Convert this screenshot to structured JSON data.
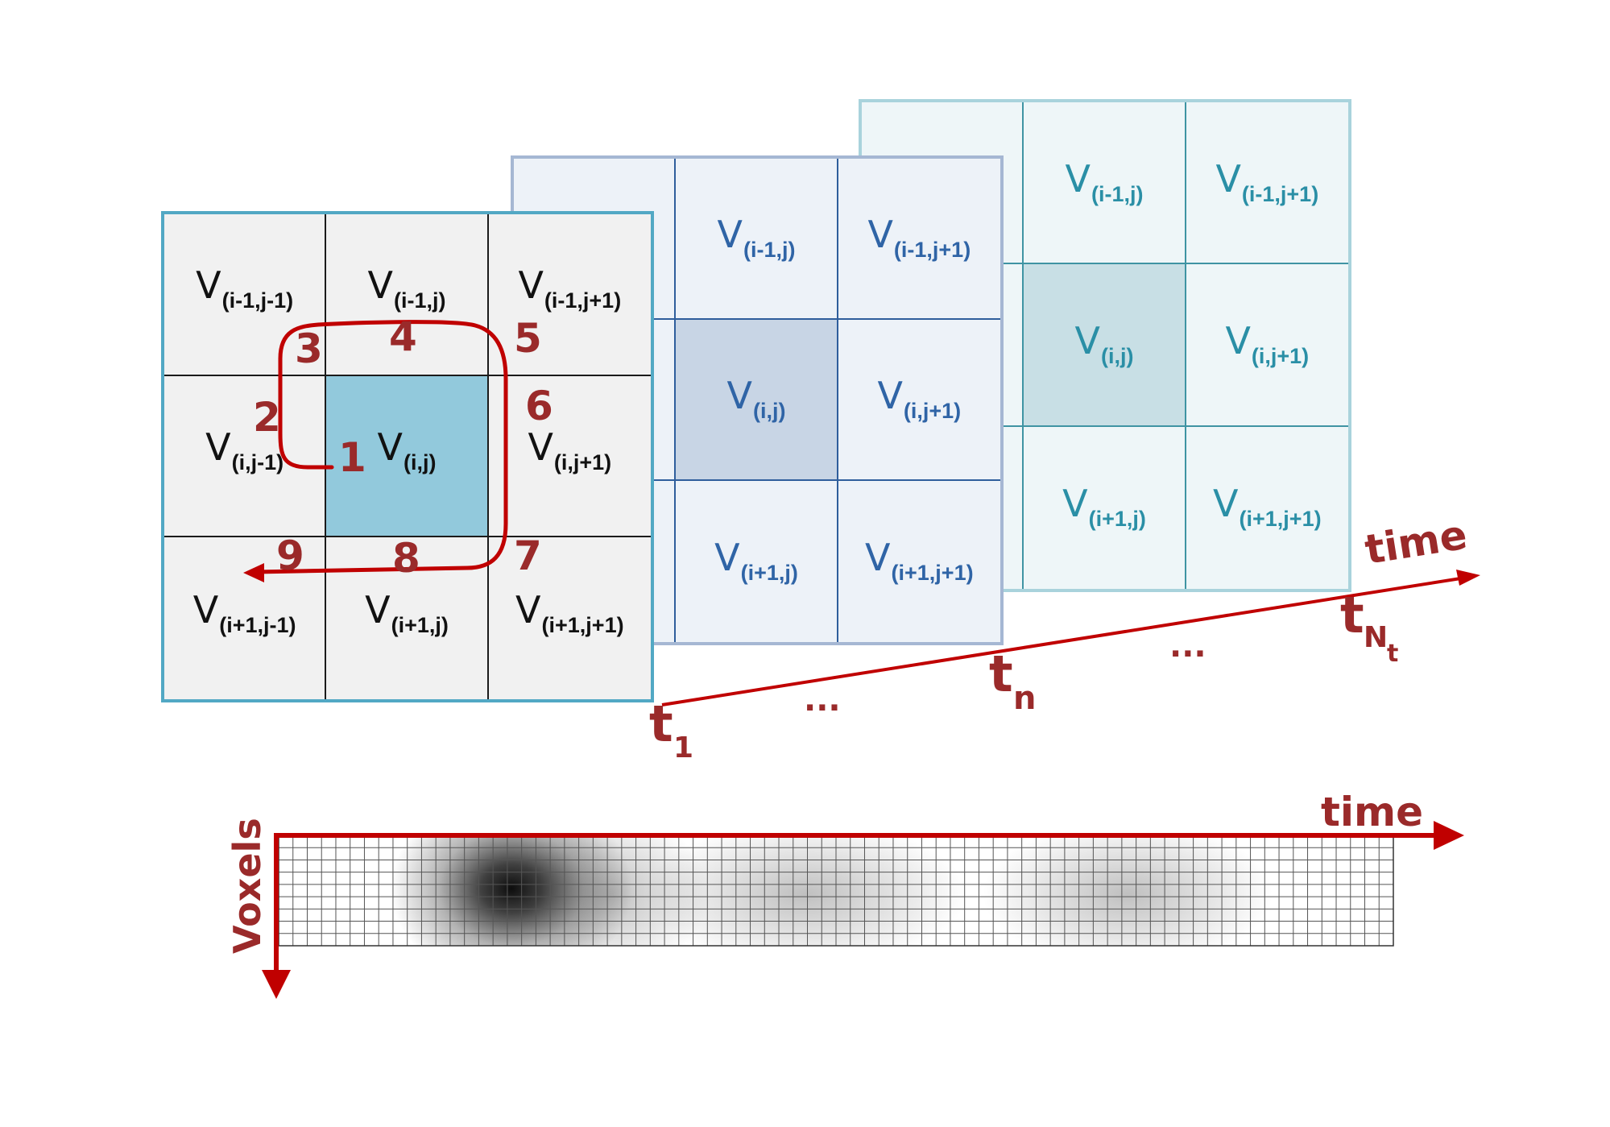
{
  "voxel_grid": {
    "cells": [
      {
        "base": "V",
        "sub": "(i-1,j-1)"
      },
      {
        "base": "V",
        "sub": "(i-1,j)"
      },
      {
        "base": "V",
        "sub": "(i-1,j+1)"
      },
      {
        "base": "V",
        "sub": "(i,j-1)"
      },
      {
        "base": "V",
        "sub": "(i,j)"
      },
      {
        "base": "V",
        "sub": "(i,j+1)"
      },
      {
        "base": "V",
        "sub": "(i+1,j-1)"
      },
      {
        "base": "V",
        "sub": "(i+1,j)"
      },
      {
        "base": "V",
        "sub": "(i+1,j+1)"
      }
    ]
  },
  "traversal": {
    "numbers": [
      "1",
      "2",
      "3",
      "4",
      "5",
      "6",
      "7",
      "8",
      "9"
    ]
  },
  "time_axis": {
    "label": "time",
    "ticks": [
      {
        "main": "t",
        "sub": "1"
      },
      {
        "main": "t",
        "sub": "n"
      },
      {
        "main": "t",
        "sub": "N",
        "subsub": "t"
      }
    ],
    "ellipsis": "..."
  },
  "matrix": {
    "x_label": "time",
    "y_label": "Voxels",
    "rows": 9,
    "cols": 78
  },
  "colors": {
    "accent_red": "#c00000",
    "label_red": "#9a2a2a",
    "front_center": "#92c9dc",
    "front_border": "#52a8c4"
  }
}
